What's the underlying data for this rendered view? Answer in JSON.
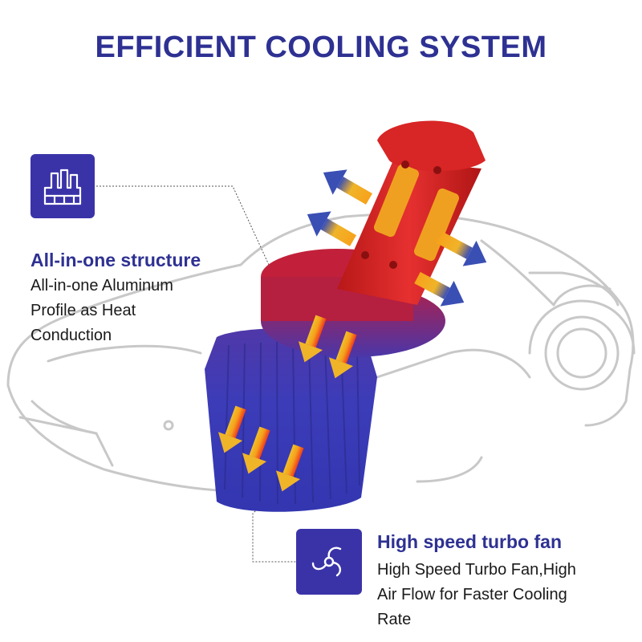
{
  "title": "EFFICIENT COOLING SYSTEM",
  "colors": {
    "title": "#2e3192",
    "icon_box": "#3a33a8",
    "bulb_red": "#d92424",
    "heatsink_blue": "#3a3ab4",
    "arrow_orange": "#f29a1c",
    "car_outline": "#c8c8c8"
  },
  "features": {
    "structure": {
      "icon": "heatsink-fins-icon",
      "heading": "All-in-one structure",
      "description_lines": [
        "All-in-one Aluminum",
        "Profile as Heat",
        "Conduction"
      ]
    },
    "fan": {
      "icon": "turbo-fan-icon",
      "heading": "High speed turbo fan",
      "description_lines": [
        "High Speed Turbo Fan,High",
        "Air Flow for Faster Cooling",
        "Rate"
      ]
    }
  }
}
